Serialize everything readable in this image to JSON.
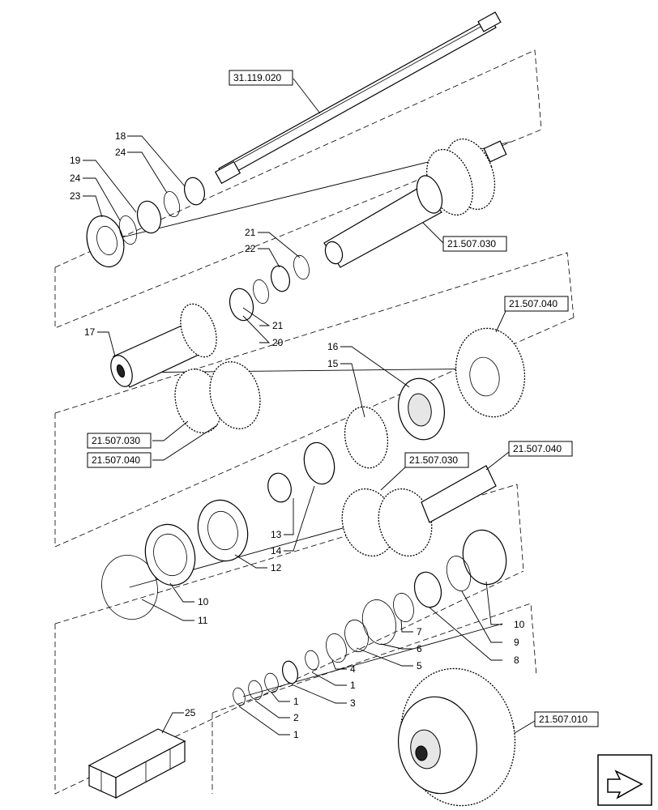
{
  "diagram": {
    "references": [
      "31.119.020",
      "21.507.030",
      "21.507.040",
      "21.507.030",
      "21.507.040",
      "21.507.030",
      "21.507.040",
      "21.507.010"
    ],
    "part_numbers": [
      "18",
      "24",
      "19",
      "24",
      "23",
      "21",
      "22",
      "21",
      "20",
      "17",
      "16",
      "15",
      "13",
      "14",
      "12",
      "10",
      "11",
      "10",
      "9",
      "8",
      "7",
      "6",
      "5",
      "4",
      "1",
      "3",
      "1",
      "2",
      "1",
      "25"
    ]
  },
  "nav_icon": "arrow-icon"
}
